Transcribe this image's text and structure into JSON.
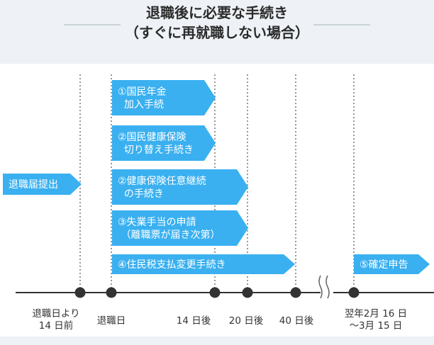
{
  "title": {
    "line1": "退職後に必要な手続き",
    "line2": "（すぐに再就職しない場合）"
  },
  "colors": {
    "arrow": "#3ab0f0",
    "timeline": "#333333",
    "header_bg": "#eef2f6"
  },
  "steps": [
    {
      "lines": [
        "①国民年金",
        "  加入手続"
      ]
    },
    {
      "lines": [
        "②国民健康保険",
        "  切り替え手続き"
      ]
    },
    {
      "lines": [
        "②健康保険任意継続",
        "  の手続き"
      ]
    },
    {
      "lines": [
        "③失業手当の申請",
        " （離職票が届き次第）"
      ]
    },
    {
      "lines": [
        "④住民税支払変更手続き"
      ]
    },
    {
      "lines": [
        "⑤確定申告"
      ]
    },
    {
      "lines": [
        "退職届提出"
      ]
    }
  ],
  "timeline": [
    {
      "lines": [
        "退職日より",
        "14 日前"
      ]
    },
    {
      "lines": [
        "退職日"
      ]
    },
    {
      "lines": [
        "14 日後"
      ]
    },
    {
      "lines": [
        "20 日後"
      ]
    },
    {
      "lines": [
        "40 日後"
      ]
    },
    {
      "lines": [
        "翌年2月 16 日",
        "～3月 15 日"
      ]
    }
  ]
}
